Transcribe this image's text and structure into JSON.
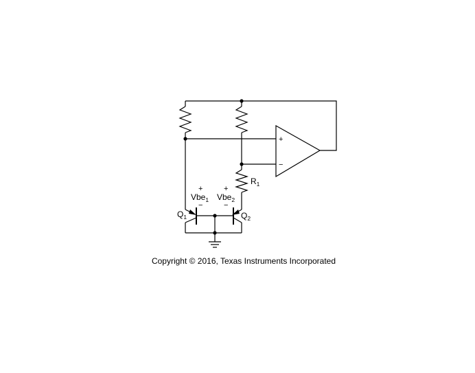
{
  "diagram": {
    "labels": {
      "vbe1_base": "Vbe",
      "vbe1_sub": "1",
      "vbe2_base": "Vbe",
      "vbe2_sub": "2",
      "q1_base": "Q",
      "q1_sub": "1",
      "q2_base": "Q",
      "q2_sub": "2",
      "r1_base": "R",
      "r1_sub": "1",
      "plus": "+",
      "minus": "−",
      "opamp_plus": "+",
      "opamp_minus": "−"
    },
    "copyright": "Copyright © 2016, Texas Instruments Incorporated"
  }
}
